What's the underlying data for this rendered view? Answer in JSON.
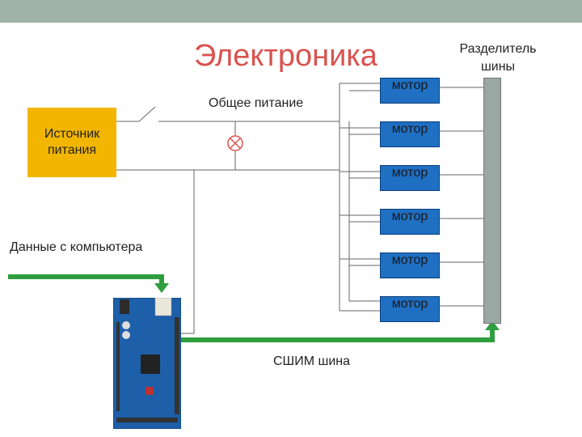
{
  "title": "Электроника",
  "splitter_label_line1": "Разделитель",
  "splitter_label_line2": "шины",
  "general_power": "Общее питание",
  "power_source_line1": "Источник",
  "power_source_line2": "питания",
  "pc_data": "Данные с компьютера",
  "bus_label": "СШИМ шина",
  "motors": [
    "мотор",
    "мотор",
    "мотор",
    "мотор",
    "мотор",
    "мотор"
  ],
  "colors": {
    "title": "#d9534f",
    "power_box": "#f2b500",
    "motor": "#1f6fc2",
    "bus": "#9aa7a2",
    "data_line": "#2e9e3f",
    "board": "#1d5fa8"
  }
}
